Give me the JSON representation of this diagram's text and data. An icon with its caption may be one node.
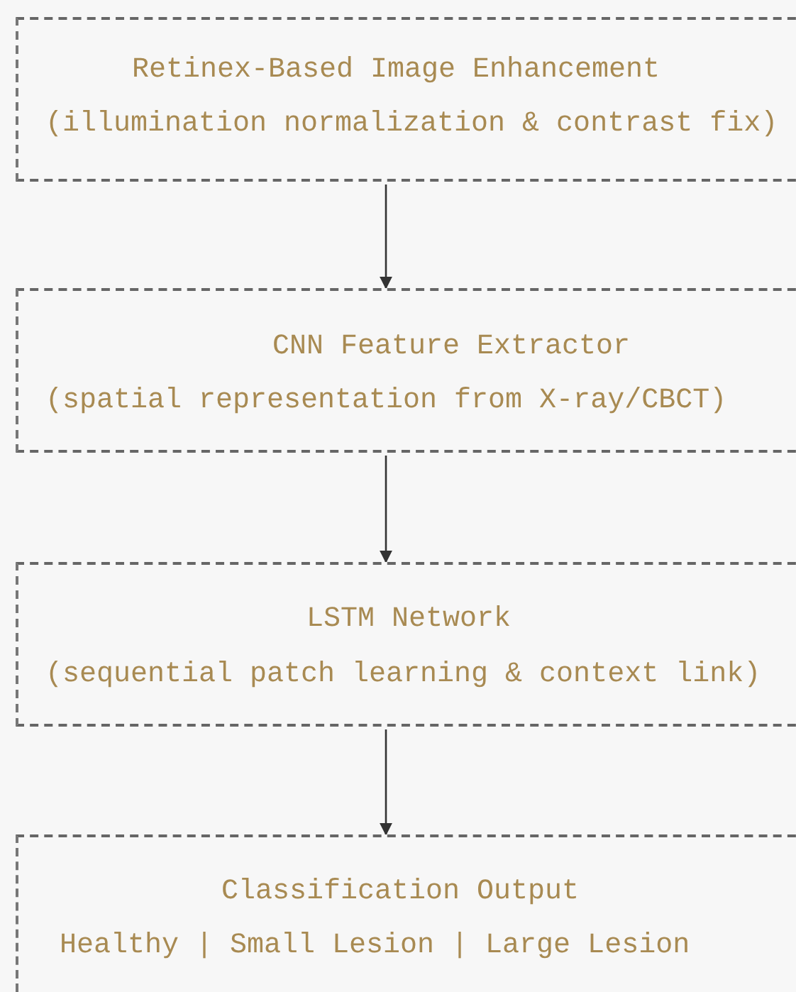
{
  "diagram": {
    "nodes": [
      {
        "text": [
          "Retinex-Based Image Enhancement",
          "(illumination normalization & contrast fix)"
        ]
      },
      {
        "text": [
          "CNN Feature Extractor",
          "(spatial representation from X-ray/CBCT)"
        ]
      },
      {
        "text": [
          "LSTM Network",
          "(sequential patch learning & context link)"
        ]
      },
      {
        "text": [
          "Classification Output",
          "Healthy | Small Lesion | Large Lesion"
        ]
      }
    ],
    "edges": [
      {
        "from": 0,
        "to": 1,
        "arrow": "to"
      },
      {
        "from": 1,
        "to": 2,
        "arrow": "to"
      },
      {
        "from": 2,
        "to": 3,
        "arrow": "to"
      }
    ]
  }
}
